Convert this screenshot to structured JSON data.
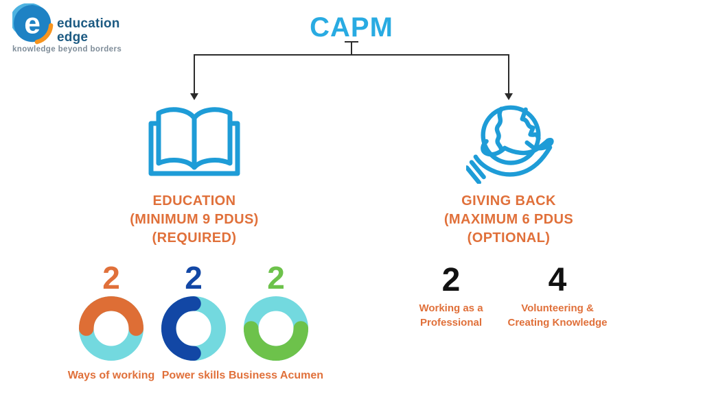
{
  "logo": {
    "brand_line1": "education",
    "brand_line2": "edge",
    "tagline": "knowledge beyond borders"
  },
  "title": "CAPM",
  "branches": {
    "education": {
      "line1": "EDUCATION",
      "line2": "(MINIMUM 9 PDUS)",
      "line3": "(REQUIRED)"
    },
    "giving_back": {
      "line1": "GIVING BACK",
      "line2": "(MAXIMUM 6 PDUS",
      "line3": "(OPTIONAL)"
    }
  },
  "education_pdus": [
    {
      "value": "2",
      "label": "Ways of working",
      "arc_color": "#DE6E35",
      "ring_color": "#73D9DF",
      "arc_position": "top",
      "fraction": 0.5
    },
    {
      "value": "2",
      "label": "Power skills",
      "arc_color": "#1247A5",
      "ring_color": "#73D9DF",
      "arc_position": "left",
      "fraction": 0.5
    },
    {
      "value": "2",
      "label": "Business Acumen",
      "arc_color": "#6DC24B",
      "ring_color": "#73D9DF",
      "arc_position": "bottom",
      "fraction": 0.5
    }
  ],
  "giving_back_pdus": [
    {
      "value": "2",
      "label_line1": "Working as a",
      "label_line2": "Professional"
    },
    {
      "value": "4",
      "label_line1": "Volunteering &",
      "label_line2": "Creating Knowledge"
    }
  ],
  "colors": {
    "capm_blue": "#29ABE2",
    "icon_blue": "#1E9CD7",
    "heading_orange": "#E0703A",
    "connector_black": "#2B2B2B",
    "number_black": "#111111",
    "logo_text_blue": "#1C5A82",
    "logo_tagline_gray": "#7E8C98",
    "logo_orange": "#F7941D"
  }
}
